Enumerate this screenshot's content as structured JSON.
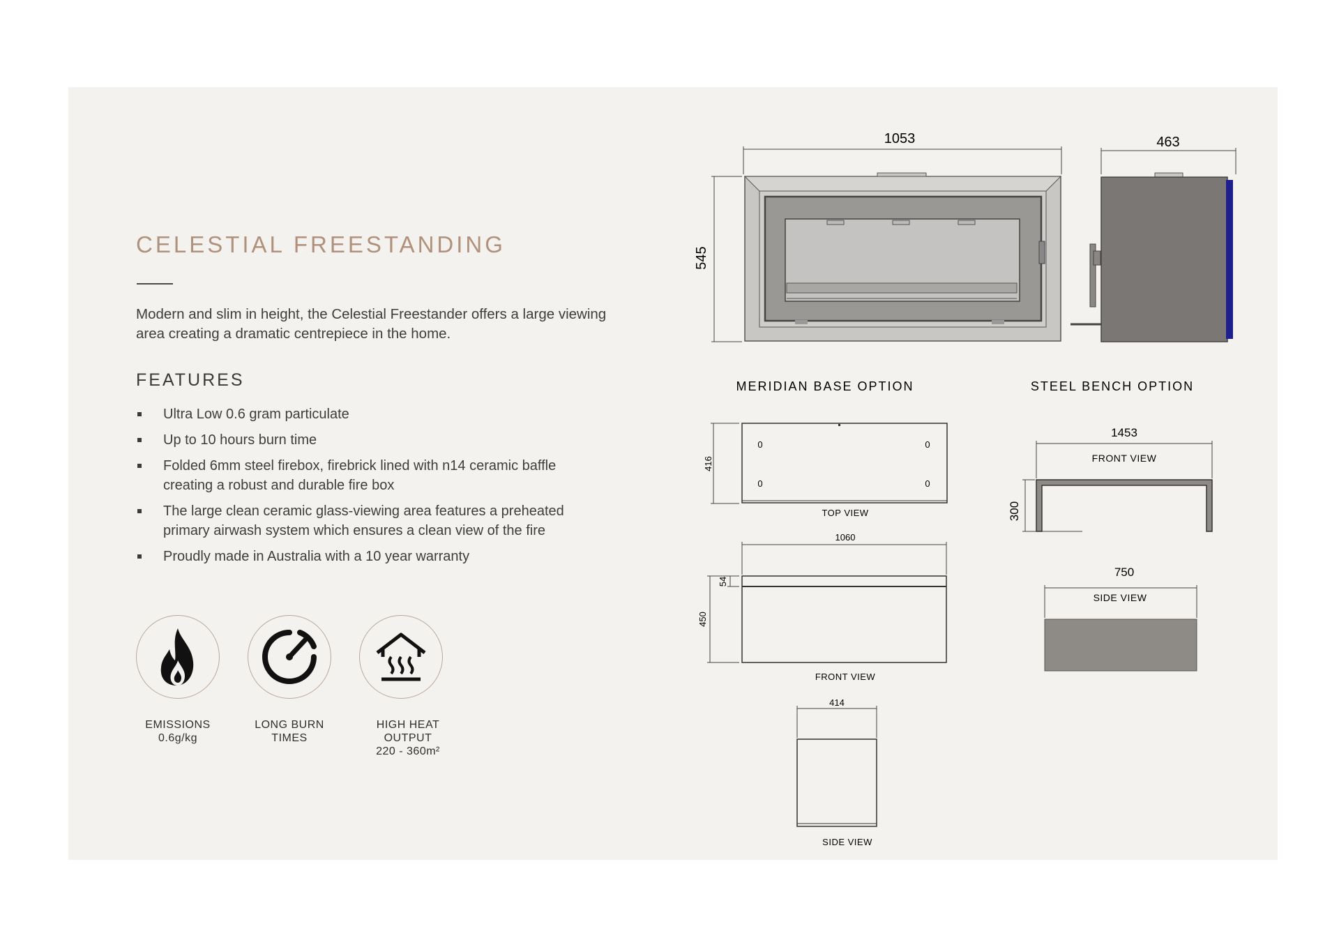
{
  "title": "CELESTIAL FREESTANDING",
  "intro": "Modern and slim in height, the Celestial Freestander offers a large viewing area creating a dramatic centrepiece in the home.",
  "features": {
    "heading": "FEATURES",
    "items": [
      "Ultra Low 0.6 gram particulate",
      "Up to 10 hours burn time",
      "Folded 6mm steel firebox, firebrick lined with n14 ceramic baffle creating a robust and durable fire box",
      "The large clean ceramic glass-viewing area features a preheated primary airwash system which ensures a clean view of the fire",
      "Proudly made in Australia with a 10 year warranty"
    ]
  },
  "badges": [
    {
      "icon": "flame-icon",
      "line1": "EMISSIONS",
      "line2": "0.6g/kg",
      "line3": ""
    },
    {
      "icon": "gauge-icon",
      "line1": "LONG BURN",
      "line2": "TIMES",
      "line3": ""
    },
    {
      "icon": "house-heat-icon",
      "line1": "HIGH HEAT",
      "line2": "OUTPUT",
      "line3": "220 - 360m²"
    }
  ],
  "stove": {
    "width": "1053",
    "depth": "463",
    "height": "545"
  },
  "meridian_base": {
    "heading": "MERIDIAN BASE OPTION",
    "top_view": {
      "label": "TOP VIEW",
      "depth": "416",
      "hole": "0"
    },
    "front_view": {
      "label": "FRONT VIEW",
      "width": "1060",
      "top": "54",
      "height": "450"
    },
    "side_view": {
      "label": "SIDE VIEW",
      "width": "414"
    }
  },
  "steel_bench": {
    "heading": "STEEL BENCH OPTION",
    "front_view": {
      "label": "FRONT VIEW",
      "width": "1453",
      "height": "300"
    },
    "side_view": {
      "label": "SIDE VIEW",
      "width": "750"
    }
  },
  "colors": {
    "panel": "#f4f2ef",
    "accent": "#b0917c",
    "steel": "#8e8b87",
    "stove_side": "#7a7774",
    "blue_edge": "#1e1e8c"
  }
}
